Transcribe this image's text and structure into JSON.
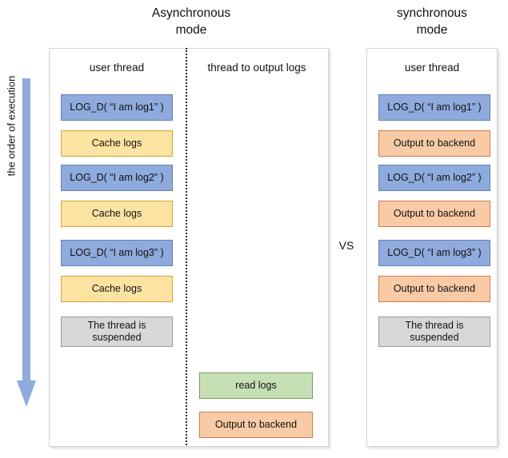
{
  "titles": {
    "async": "Asynchronous\nmode",
    "sync": "synchronous\nmode"
  },
  "vs_label": "VS",
  "order_arrow": {
    "label": "the order of execution",
    "color": "#8FAADC",
    "direction": "down"
  },
  "async_panel": {
    "columns": [
      {
        "heading": "user thread",
        "steps": [
          {
            "label": "LOG_D( “I am log1” )",
            "style": "blue"
          },
          {
            "label": "Cache logs",
            "style": "yellow"
          },
          {
            "label": "LOG_D( “I am log2” )",
            "style": "blue"
          },
          {
            "label": "Cache logs",
            "style": "yellow"
          },
          {
            "label": "LOG_D( “I am log3” )",
            "style": "blue"
          },
          {
            "label": "Cache logs",
            "style": "yellow"
          },
          {
            "label": "The thread is\nsuspended",
            "style": "gray"
          }
        ]
      },
      {
        "heading": "thread to output logs",
        "steps": [
          {
            "label": "read logs",
            "style": "green"
          },
          {
            "label": "Output to backend",
            "style": "orange"
          }
        ]
      }
    ]
  },
  "sync_panel": {
    "columns": [
      {
        "heading": "user thread",
        "steps": [
          {
            "label": "LOG_D( “I am log1” )",
            "style": "blue"
          },
          {
            "label": "Output to backend",
            "style": "orange"
          },
          {
            "label": "LOG_D( “I am log2” )",
            "style": "blue"
          },
          {
            "label": "Output to backend",
            "style": "orange"
          },
          {
            "label": "LOG_D( “I am log3” )",
            "style": "blue"
          },
          {
            "label": "Output to backend",
            "style": "orange"
          },
          {
            "label": "The thread is\nsuspended",
            "style": "gray"
          }
        ]
      }
    ]
  },
  "colors": {
    "blue_fill": "#8FAADC",
    "blue_stroke": "#6680B4",
    "yellow_fill": "#FCE3A2",
    "yellow_stroke": "#D6A338",
    "orange_fill": "#F8CBA6",
    "orange_stroke": "#D4794A",
    "green_fill": "#C6DFB4",
    "green_stroke": "#7E9C5C",
    "gray_fill": "#D8D8D8",
    "gray_stroke": "#9A9A9A",
    "panel_border": "#D3D3D3"
  }
}
